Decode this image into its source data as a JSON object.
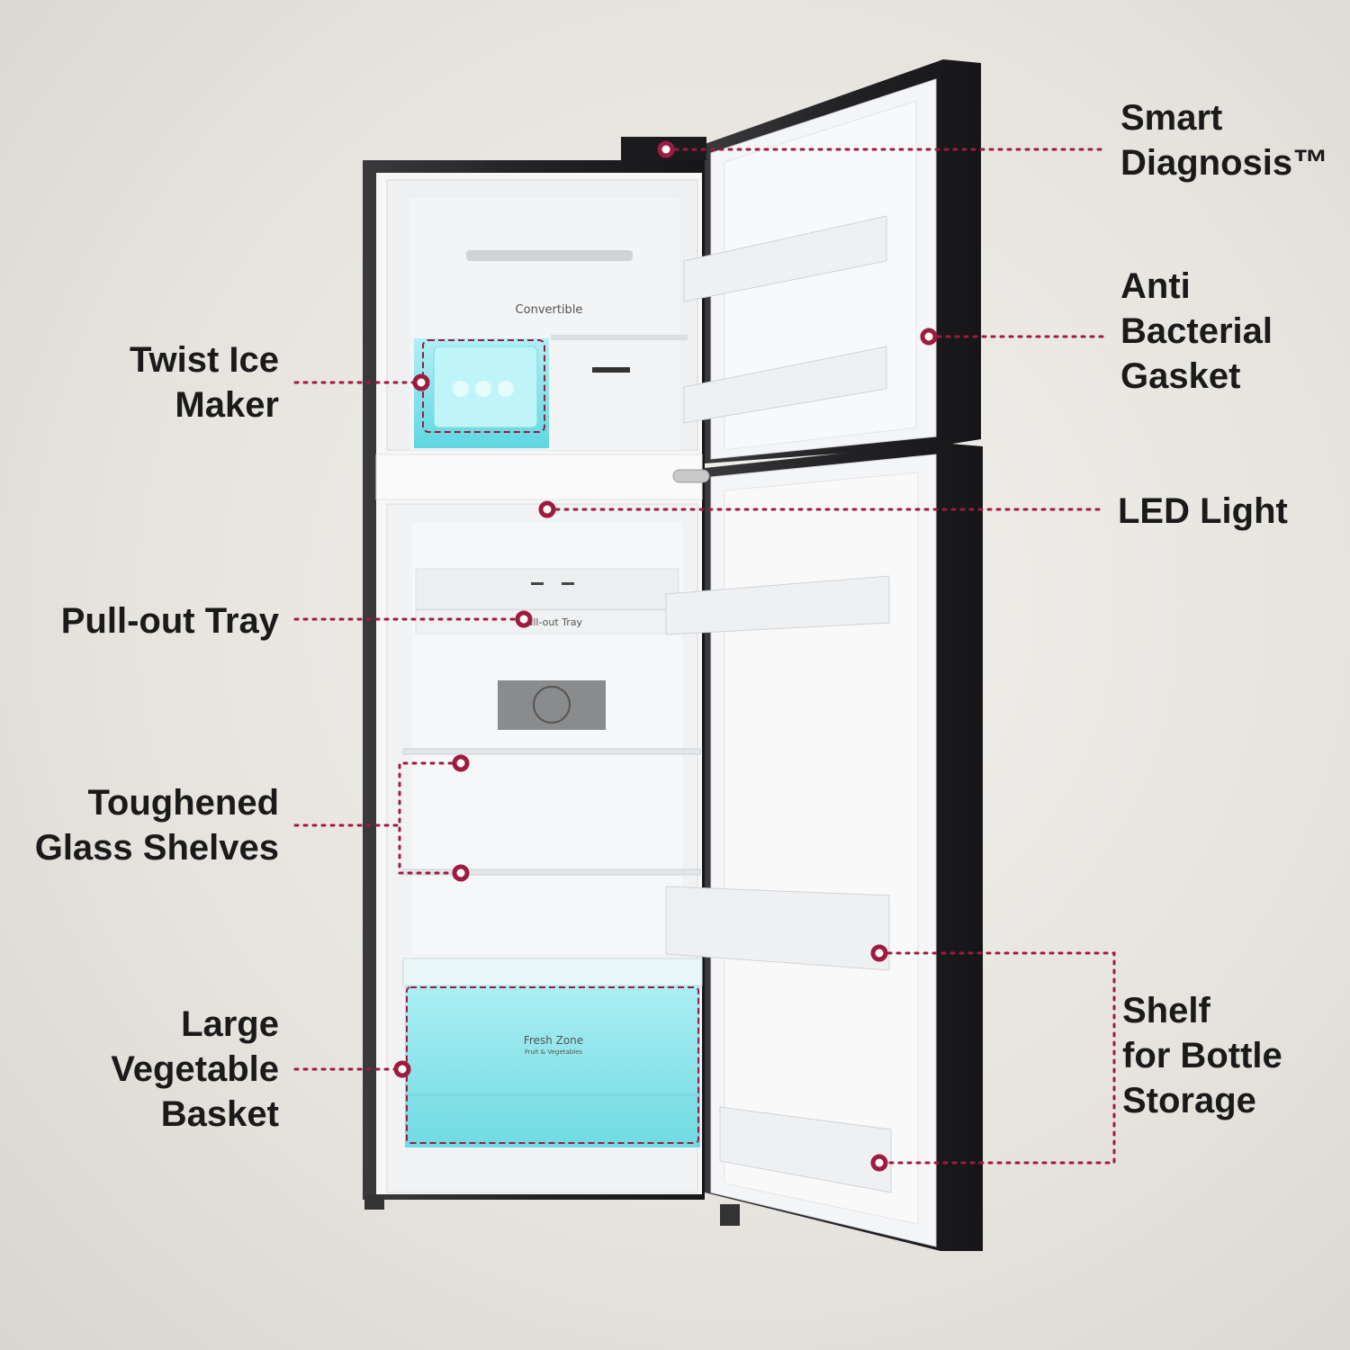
{
  "colors": {
    "accent": "#9e1b3f",
    "body_dark": "#2b2b2d",
    "interior": "#f7f7f7",
    "highlight": "#7fe3ea"
  },
  "callouts": {
    "smart_diagnosis": "Smart\nDiagnosis™",
    "anti_bacterial": "Anti\nBacterial\nGasket",
    "twist_ice": "Twist Ice\nMaker",
    "led_light": "LED Light",
    "pullout_tray": "Pull-out Tray",
    "glass_shelves": "Toughened\nGlass Shelves",
    "veg_basket": "Large\nVegetable\nBasket",
    "bottle_shelf": "Shelf\nfor Bottle\nStorage"
  },
  "product_text": {
    "convertible": "Convertible",
    "tray": "Pull-out Tray",
    "fresh_zone": "Fresh Zone",
    "fresh_zone_sub": "Fruit & Vegetables"
  }
}
